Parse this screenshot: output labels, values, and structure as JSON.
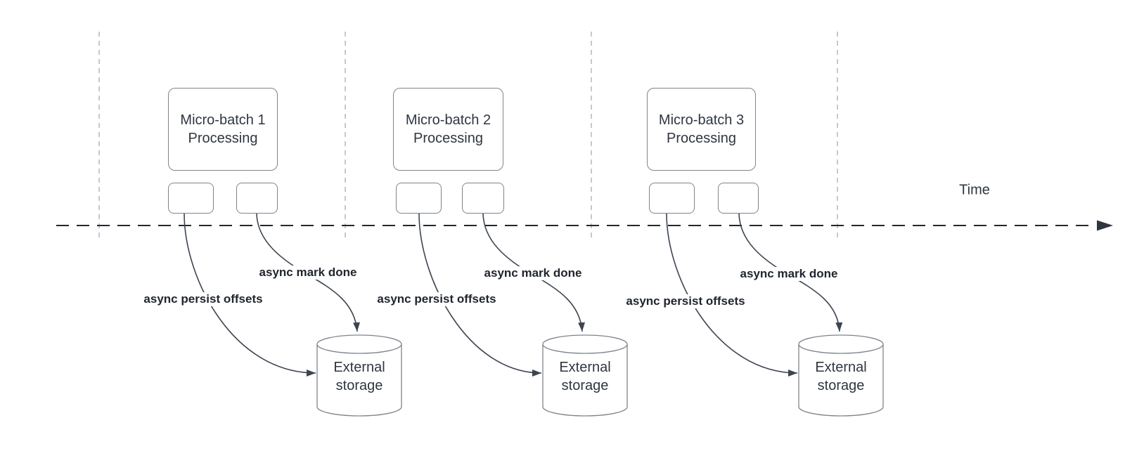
{
  "diagram": {
    "time_label": "Time",
    "groups": [
      {
        "box_label": "Micro-batch 1\nProcessing",
        "persist_label": "async persist offsets",
        "mark_label": "async mark done",
        "storage_label": "External\nstorage"
      },
      {
        "box_label": "Micro-batch 2\nProcessing",
        "persist_label": "async persist offsets",
        "mark_label": "async mark done",
        "storage_label": "External\nstorage"
      },
      {
        "box_label": "Micro-batch 3\nProcessing",
        "persist_label": "async persist offsets",
        "mark_label": "async mark done",
        "storage_label": "External\nstorage"
      }
    ],
    "colors": {
      "background": "#ffffff",
      "connector": "#3e4552",
      "axis": "#22262e",
      "guide_line": "#b3b6bb",
      "shape_border": "#7f848c",
      "shape_text": "#2f3640",
      "label_text": "#20252e"
    }
  }
}
